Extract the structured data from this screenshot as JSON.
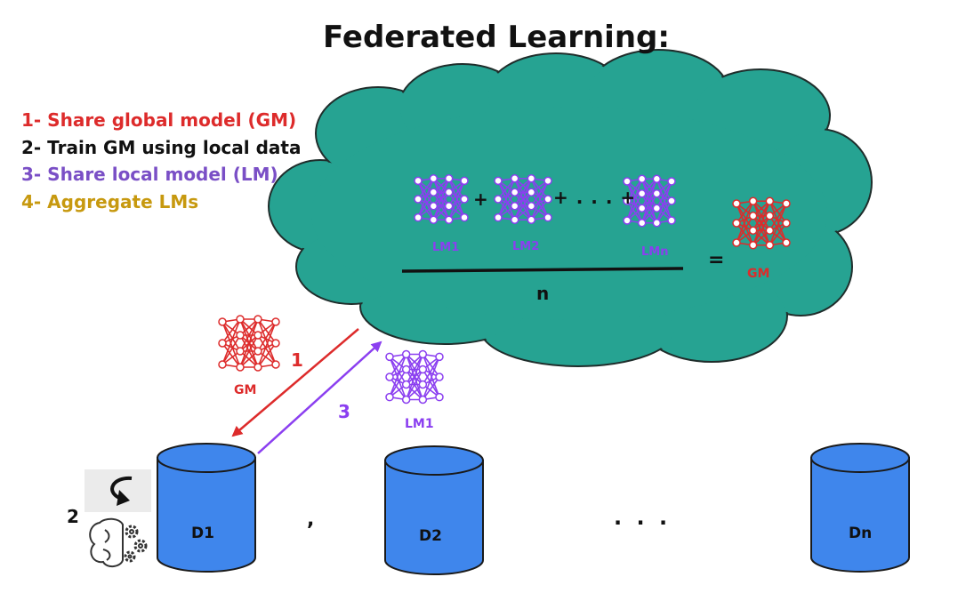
{
  "title": "Federated Learning:",
  "colors": {
    "red": "#dd2b2b",
    "black": "#111111",
    "purple": "#8b3ff0",
    "gold": "#c7990f",
    "cloud": "#26a392",
    "db": "#3f86ec"
  },
  "legend": [
    {
      "text": "1- Share global model (GM)",
      "color": "#dd2b2b"
    },
    {
      "text": "2- Train GM using local data",
      "color": "#111111"
    },
    {
      "text": "3- Share local model (LM)",
      "color": "#7a4fc6"
    },
    {
      "text": "4- Aggregate LMs",
      "color": "#c7990f"
    }
  ],
  "aggregation": {
    "plus": "+",
    "ellipsis_plus": "+ . . . +",
    "lm1": "LM1",
    "lm2": "LM2",
    "lmn": "LMn",
    "denominator": "n",
    "equals": "=",
    "gm": "GM"
  },
  "flow": {
    "step1": "1",
    "step3": "3",
    "gm_label": "GM",
    "lm_label": "LM1",
    "step2": "2"
  },
  "databases": {
    "d1": "D1",
    "comma": ",",
    "d2": "D2",
    "ellipsis": ". . .",
    "dn": "Dn"
  },
  "icons": [
    "neural-network-icon",
    "refresh-arrow-icon",
    "brain-gears-icon",
    "database-icon",
    "cloud-icon"
  ]
}
